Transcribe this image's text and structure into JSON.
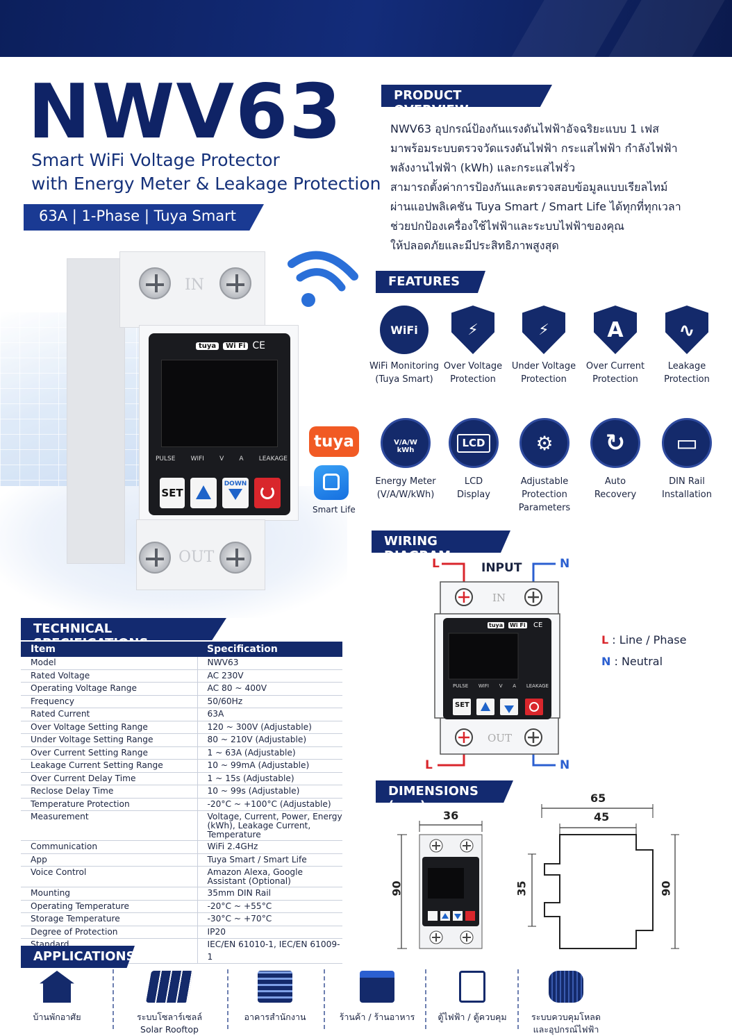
{
  "header": {
    "model": "NWV63",
    "subtitle_line1": "Smart WiFi Voltage Protector",
    "subtitle_line2": "with Energy Meter & Leakage Protection",
    "badge": "63A | 1-Phase | Tuya Smart"
  },
  "device": {
    "label_in": "IN",
    "label_out": "OUT",
    "brand_tuya": "tuya",
    "brand_wifi": "Wi Fi",
    "brand_ce": "CE",
    "indicators": [
      "PULSE",
      "WIFI",
      "V",
      "A",
      "LEAKAGE"
    ],
    "btn_set": "SET",
    "btn_down": "DOWN",
    "tuya_logo": "tuya",
    "smart_life": "Smart Life"
  },
  "overview": {
    "heading": "PRODUCT OVERVIEW",
    "lines": [
      "NWV63 อุปกรณ์ป้องกันแรงดันไฟฟ้าอัจฉริยะแบบ 1 เฟส",
      "มาพร้อมระบบตรวจวัดแรงดันไฟฟ้า กระแสไฟฟ้า กำลังไฟฟ้า",
      "พลังงานไฟฟ้า (kWh) และกระแสไฟรั่ว",
      "สามารถตั้งค่าการป้องกันและตรวจสอบข้อมูลแบบเรียลไทม์",
      "ผ่านแอปพลิเคชัน Tuya Smart / Smart Life ได้ทุกที่ทุกเวลา",
      "ช่วยปกป้องเครื่องใช้ไฟฟ้าและระบบไฟฟ้าของคุณ",
      "ให้ปลอดภัยและมีประสิทธิภาพสูงสุด"
    ]
  },
  "features": {
    "heading": "FEATURES",
    "row1": [
      {
        "icon": "wifi-icon",
        "glyph": "WiFi",
        "line1": "WiFi Monitoring",
        "line2": "(Tuya Smart)"
      },
      {
        "icon": "over-voltage-icon",
        "glyph": "⚡",
        "line1": "Over Voltage",
        "line2": "Protection"
      },
      {
        "icon": "under-voltage-icon",
        "glyph": "⚡",
        "line1": "Under Voltage",
        "line2": "Protection"
      },
      {
        "icon": "over-current-icon",
        "glyph": "A",
        "line1": "Over Current",
        "line2": "Protection"
      },
      {
        "icon": "leakage-icon",
        "glyph": "∿",
        "line1": "Leakage",
        "line2": "Protection"
      }
    ],
    "row2": [
      {
        "icon": "energy-meter-icon",
        "glyph": "V/A/W\nkWh",
        "line1": "Energy Meter",
        "line2": "(V/A/W/kWh)",
        "line3": ""
      },
      {
        "icon": "lcd-icon",
        "glyph": "LCD",
        "line1": "LCD",
        "line2": "Display",
        "line3": ""
      },
      {
        "icon": "adjust-icon",
        "glyph": "⚙",
        "line1": "Adjustable",
        "line2": "Protection",
        "line3": "Parameters"
      },
      {
        "icon": "recovery-icon",
        "glyph": "↻",
        "line1": "Auto",
        "line2": "Recovery",
        "line3": ""
      },
      {
        "icon": "din-rail-icon",
        "glyph": "▭",
        "line1": "DIN Rail",
        "line2": "Installation",
        "line3": ""
      }
    ]
  },
  "wiring": {
    "heading": "WIRING DIAGRAM",
    "input": "INPUT",
    "l": "L",
    "n": "N",
    "legend_l": ": Line / Phase",
    "legend_n": ": Neutral"
  },
  "dimensions": {
    "heading": "DIMENSIONS (mm)",
    "front_width": "36",
    "front_height": "90",
    "side_width": "65",
    "side_inner": "45",
    "side_mid": "35",
    "side_height": "90"
  },
  "specs": {
    "heading": "TECHNICAL SPECIFICATIONS",
    "col_item": "Item",
    "col_spec": "Specification",
    "rows": [
      [
        "Model",
        "NWV63"
      ],
      [
        "Rated Voltage",
        "AC 230V"
      ],
      [
        "Operating Voltage Range",
        "AC 80 ~ 400V"
      ],
      [
        "Frequency",
        "50/60Hz"
      ],
      [
        "Rated Current",
        "63A"
      ],
      [
        "Over Voltage Setting Range",
        "120 ~ 300V (Adjustable)"
      ],
      [
        "Under Voltage Setting Range",
        "80 ~ 210V (Adjustable)"
      ],
      [
        "Over Current Setting Range",
        "1 ~ 63A (Adjustable)"
      ],
      [
        "Leakage Current Setting Range",
        "10 ~ 99mA (Adjustable)"
      ],
      [
        "Over Current Delay Time",
        "1 ~ 15s (Adjustable)"
      ],
      [
        "Reclose Delay Time",
        "10 ~ 99s (Adjustable)"
      ],
      [
        "Temperature Protection",
        "-20°C ~ +100°C (Adjustable)"
      ],
      [
        "Measurement",
        "Voltage, Current, Power, Energy (kWh), Leakage Current, Temperature"
      ],
      [
        "Communication",
        "WiFi 2.4GHz"
      ],
      [
        "App",
        "Tuya Smart / Smart Life"
      ],
      [
        "Voice Control",
        "Amazon Alexa, Google Assistant (Optional)"
      ],
      [
        "Mounting",
        "35mm DIN Rail"
      ],
      [
        "Operating Temperature",
        "-20°C ~ +55°C"
      ],
      [
        "Storage Temperature",
        "-30°C ~ +70°C"
      ],
      [
        "Degree of Protection",
        "IP20"
      ],
      [
        "Standard",
        "IEC/EN 61010-1, IEC/EN 61009-1"
      ]
    ]
  },
  "applications": {
    "heading": "APPLICATIONS",
    "items": [
      {
        "icon": "house-icon",
        "line1": "บ้านพักอาศัย",
        "line2": ""
      },
      {
        "icon": "solar-panel-icon",
        "line1": "ระบบโซลาร์เซลล์",
        "line2": "Solar Rooftop"
      },
      {
        "icon": "office-building-icon",
        "line1": "อาคารสำนักงาน",
        "line2": ""
      },
      {
        "icon": "shop-icon",
        "line1": "ร้านค้า / ร้านอาหาร",
        "line2": ""
      },
      {
        "icon": "control-cabinet-icon",
        "line1": "ตู้ไฟฟ้า / ตู้ควบคุม",
        "line2": ""
      },
      {
        "icon": "motor-icon",
        "line1": "ระบบควบคุมโหลด",
        "line2": "และอุปกรณ์ไฟฟ้า"
      }
    ]
  },
  "colors": {
    "navy": "#142a6b",
    "accent_blue": "#1a3a93",
    "red": "#d9262c",
    "line_blue": "#2b5fd0"
  }
}
